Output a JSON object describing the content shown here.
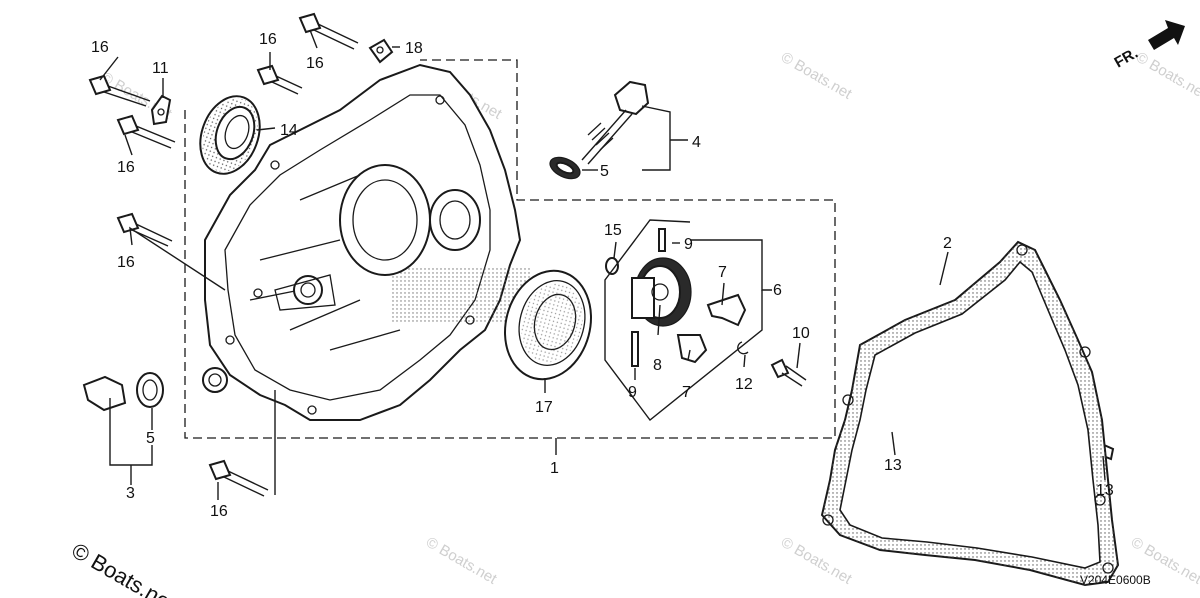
{
  "watermark": "© Boats.net",
  "drawing_code": "V204E0600B",
  "direction_label": "FR.",
  "callouts": {
    "c1": "1",
    "c2": "2",
    "c3": "3",
    "c4": "4",
    "c5a": "5",
    "c5b": "5",
    "c6": "6",
    "c7a": "7",
    "c7b": "7",
    "c8": "8",
    "c9a": "9",
    "c9b": "9",
    "c10": "10",
    "c11": "11",
    "c12": "12",
    "c13a": "13",
    "c13b": "13",
    "c14": "14",
    "c15": "15",
    "c16a": "16",
    "c16b": "16",
    "c16c": "16",
    "c16d": "16",
    "c16e": "16",
    "c16f": "16",
    "c17": "17",
    "c18": "18"
  }
}
